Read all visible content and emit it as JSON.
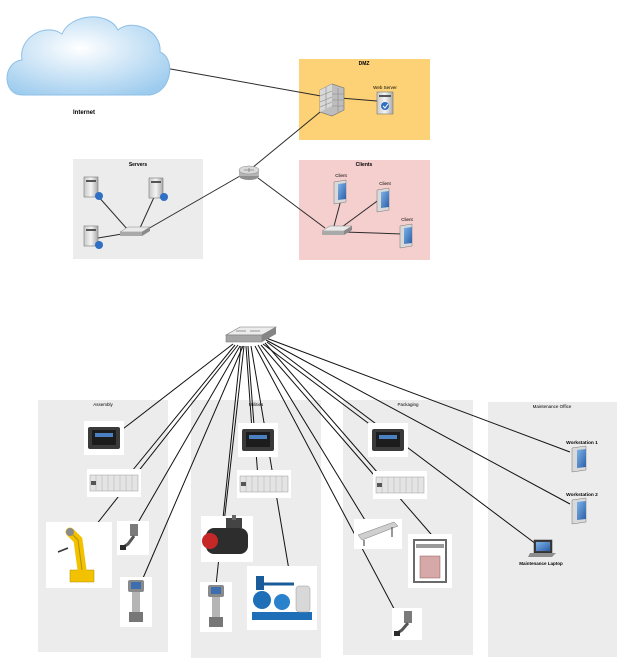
{
  "top_network": {
    "internet_label": "Internet",
    "dmz": {
      "title": "DMZ",
      "web_server_label": "Web Server"
    },
    "servers": {
      "title": "Servers"
    },
    "clients": {
      "title": "Clients",
      "client_label": "Client"
    }
  },
  "plant_network": {
    "zones": {
      "assembly": "Assembly",
      "utilities": "Utilities",
      "packaging": "Packaging",
      "maintenance": "Maintenance Office"
    },
    "workstation_1": "Workstation 1",
    "workstation_2": "Workstation 2",
    "laptop": "Maintenance Laptop"
  },
  "colors": {
    "dmz_fill": "#fdd176",
    "clients_fill": "#f5cece",
    "zone_fill": "#ececec",
    "cloud_fill": "#b9dcf4",
    "hmi_screen": "#1c1c1c",
    "robot_yellow": "#f2c200",
    "boiler_red": "#c62828",
    "pump_blue": "#1e6fb8"
  },
  "icons": [
    "cloud-icon",
    "firewall-icon",
    "server-icon",
    "router-icon",
    "switch-icon",
    "client-pc-icon",
    "hmi-panel-icon",
    "plc-rack-icon",
    "robot-arm-icon",
    "boiler-icon",
    "pump-skid-icon",
    "conveyor-icon",
    "palletizer-icon",
    "laptop-icon"
  ]
}
